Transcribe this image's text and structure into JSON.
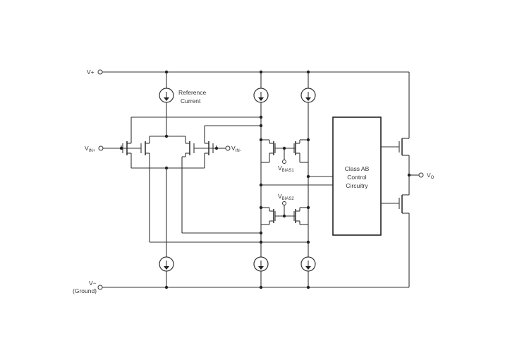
{
  "terminals": {
    "v_plus": "V+",
    "v_minus": "V−",
    "ground": "(Ground)",
    "v_in_plus": {
      "main": "V",
      "sub": "IN+"
    },
    "v_in_minus": {
      "main": "V",
      "sub": "IN-"
    },
    "v_out": {
      "main": "V",
      "sub": "O"
    }
  },
  "reference_current": {
    "line1": "Reference",
    "line2": "Current"
  },
  "bias": {
    "vbias1": {
      "main": "V",
      "sub": "BIAS1"
    },
    "vbias2": {
      "main": "V",
      "sub": "BIAS2"
    }
  },
  "control_block": {
    "line1": "Class AB",
    "line2": "Control",
    "line3": "Circuitry"
  }
}
